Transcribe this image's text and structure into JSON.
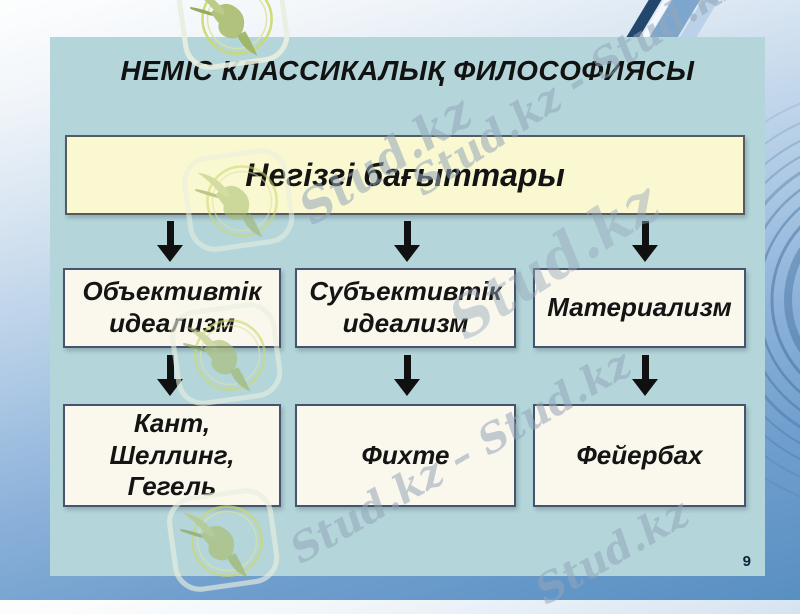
{
  "slide": {
    "title": "НЕМІС КЛАССИКАЛЫҚ ФИЛОСОФИЯСЫ",
    "main_direction_box": "Негізгі бағыттары",
    "page_number": "9"
  },
  "columns": [
    {
      "direction": "Объективтік\nидеализм",
      "philosophers": "Кант,\nШеллинг,\nГегель"
    },
    {
      "direction": "Субъективтік\nидеализм",
      "philosophers": "Фихте"
    },
    {
      "direction": "Материализм",
      "philosophers": "Фейербах"
    }
  ],
  "watermarks": [
    "Stud.kz - Stud.kz",
    "Stud.kz",
    "Stud.kz",
    "Stud.kz – Stud.kz",
    "Stud.kz"
  ],
  "colors": {
    "panel_bg": "#b4d6da",
    "main_box_bg": "#f9f8d0",
    "item_box_bg": "#faf7ec",
    "item_box_border": "#47546e",
    "main_box_border": "#565b61",
    "arrow": "#101010",
    "outer_bg_top": "#fdfefe",
    "outer_bg_bottom": "#5890c2",
    "watermark_text": "#94a6ba"
  }
}
